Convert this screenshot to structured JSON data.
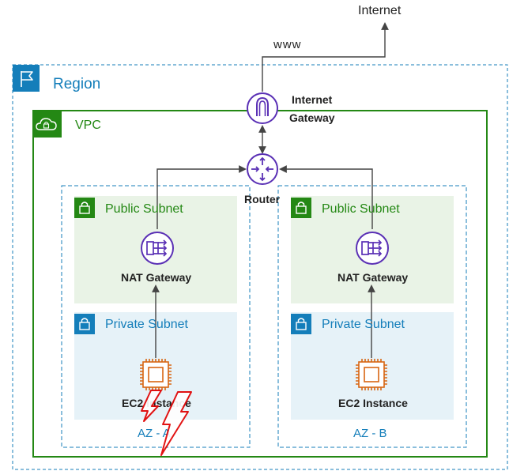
{
  "labels": {
    "internet": "Internet",
    "www": "www",
    "region": "Region",
    "vpc": "VPC",
    "igw_line1": "Internet",
    "igw_line2": "Gateway",
    "router": "Router",
    "subnet_a_public": "Public Subnet",
    "subnet_b_public": "Public Subnet",
    "nat_a": "NAT Gateway",
    "nat_b": "NAT Gateway",
    "subnet_a_private": "Private Subnet",
    "subnet_b_private": "Private Subnet",
    "ec2_a": "EC2 Instance",
    "ec2_b": "EC2 Instance",
    "az_a": "AZ - A",
    "az_b": "AZ - B"
  },
  "colors": {
    "region_border": "#147EBA",
    "region_text": "#147EBA",
    "vpc_border": "#248814",
    "vpc_text": "#248814",
    "public_subnet_bg": "#E9F3E6",
    "public_subnet_text": "#248814",
    "private_subnet_bg": "#E6F2F8",
    "private_subnet_text": "#147EBA",
    "az_border": "#147EBA",
    "network_purple": "#5A30B5",
    "compute_orange": "#D86613",
    "failure_red": "#E00000",
    "arrow": "#444444"
  },
  "icons": {
    "region": "flag-icon",
    "vpc": "cloud-lock-icon",
    "subnet": "lock-icon",
    "internet_gateway": "internet-gateway-icon",
    "router": "router-icon",
    "nat_gateway": "nat-gateway-icon",
    "ec2": "chip-icon",
    "failure": "lightning-bolt-icon"
  }
}
